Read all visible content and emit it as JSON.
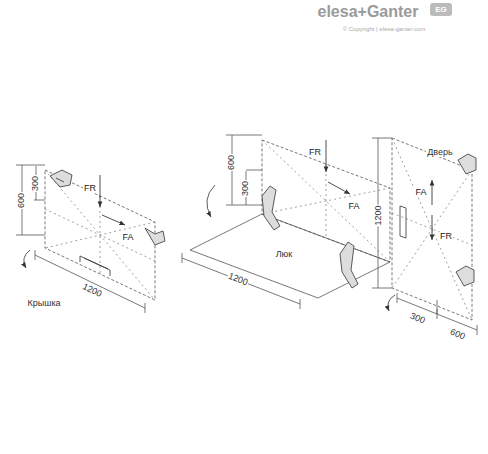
{
  "diagram": {
    "labels": [
      "elesa+Ganter",
      "EG",
      "© Copyright | elesa-ganter.com",
      "600",
      "300",
      "FR",
      "FA",
      "1200",
      "Крышка",
      "600",
      "300",
      "FR",
      "FA",
      "1200",
      "Люк",
      "Дверь",
      "1200",
      "FA",
      "FR",
      "300",
      "600"
    ]
  }
}
